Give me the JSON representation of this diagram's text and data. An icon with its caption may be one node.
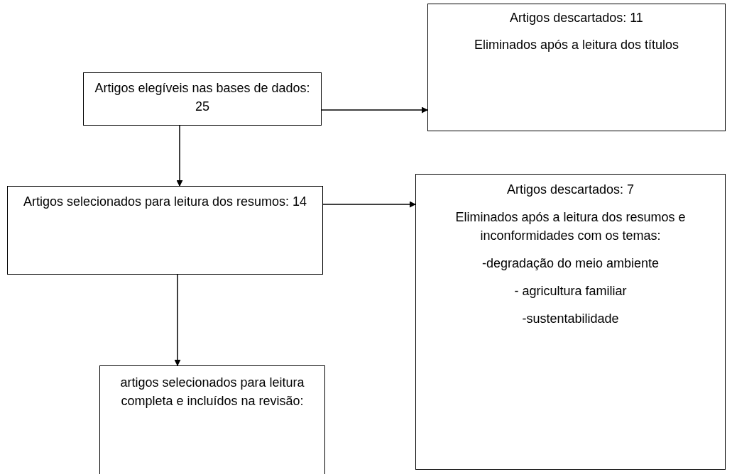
{
  "diagram": {
    "nodes": [
      {
        "text": [
          "Artigos elegíveis nas bases de dados: 25"
        ]
      },
      {
        "text": [
          "Artigos descartados: 11",
          "Eliminados após a leitura dos títulos"
        ]
      },
      {
        "text": [
          "Artigos selecionados para leitura dos resumos: 14"
        ]
      },
      {
        "text": [
          "Artigos descartados: 7",
          "Eliminados após a leitura dos resumos e inconformidades com os temas:",
          "-degradação do meio ambiente",
          "- agricultura familiar",
          "-sustentabilidade"
        ]
      },
      {
        "text": [
          "artigos selecionados para leitura completa e incluídos na revisão:"
        ]
      }
    ],
    "edges": [
      {
        "from": 0,
        "to": 1,
        "arrow": "to"
      },
      {
        "from": 0,
        "to": 2,
        "arrow": "to"
      },
      {
        "from": 2,
        "to": 3,
        "arrow": "to"
      },
      {
        "from": 2,
        "to": 4,
        "arrow": "to"
      }
    ]
  }
}
